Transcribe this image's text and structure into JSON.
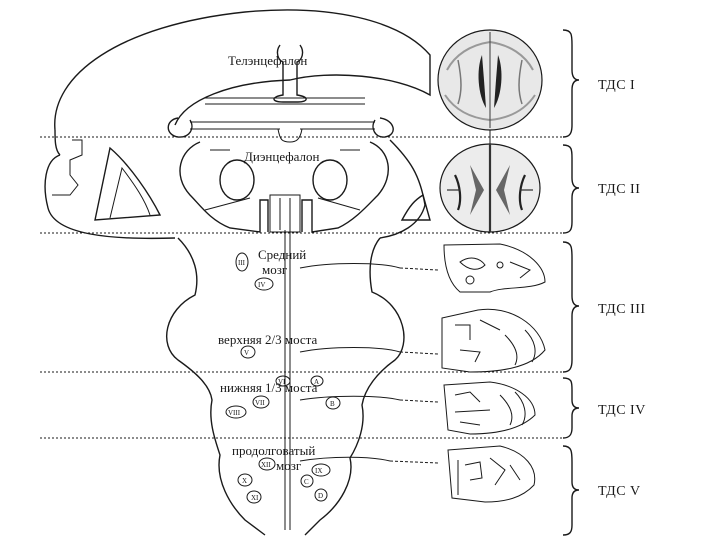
{
  "regions": {
    "telencephalon": "Телэнцефалон",
    "diencephalon": "Диэнцефалон",
    "midbrain_1": "Средний",
    "midbrain_2": "мозг",
    "upper_pons": "верхняя 2/3 моста",
    "lower_pons": "нижняя 1/3 моста",
    "medulla_1": "продолговатый",
    "medulla_2": "мозг"
  },
  "nuclei": {
    "n3": "III",
    "n4": "IV",
    "n5": "V",
    "n6": "VI",
    "n7": "VII",
    "n8": "VIII",
    "n9": "IX",
    "n10": "X",
    "n11": "XI",
    "n12": "XII",
    "a": "A",
    "b": "B",
    "c": "C",
    "d": "D"
  },
  "levels": [
    "ТДС I",
    "ТДС II",
    "ТДС III",
    "ТДС IV",
    "ТДС V"
  ]
}
